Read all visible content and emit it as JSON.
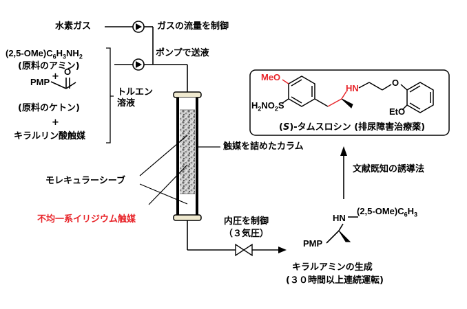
{
  "feeds": {
    "hydrogen_gas": "水素ガス",
    "gas_flow_control": "ガスの流量を制御",
    "pump_feed": "ポンプで送液",
    "amine_formula": "(2,5-OMe)C",
    "amine_sub1": "6",
    "amine_mid": "H",
    "amine_sub2": "3",
    "amine_tail": "NH",
    "amine_sub3": "2",
    "amine_name": "(原料のアミン)",
    "plus": "+",
    "ketone_pmp": "PMP",
    "ketone_o": "O",
    "ketone_name": "(原料のケトン)",
    "catalyst_acid": "キラルリン酸触媒",
    "toluene_solution": "トルエン\n溶液"
  },
  "column": {
    "packed_column": "触媒を詰めたカラム",
    "molecular_sieve": "モレキュラーシーブ",
    "iridium_catalyst": "不均一系イリジウム触媒",
    "colors": {
      "catalyst_label": "#e8252a",
      "column_wall": "#000000",
      "packing": "#9a9a9a",
      "end_cap": "#efe9cf"
    }
  },
  "outlet": {
    "pressure_control": "内圧を制御",
    "pressure_value": "（３気圧）"
  },
  "product": {
    "hn": "HN",
    "substituent": "(2,5-OMe)C",
    "sub1": "6",
    "h": "H",
    "sub2": "3",
    "pmp": "PMP",
    "title": "キラルアミンの生成",
    "subtitle": "(３０時間以上連続運転)"
  },
  "conversion": {
    "known_method": "文献既知の誘導法"
  },
  "tamsulosin": {
    "meo": "MeO",
    "hn": "HN",
    "o": "O",
    "sulfonamide_a": "H",
    "sulfonamide_sub1": "2",
    "sulfonamide_b": "NO",
    "sulfonamide_sub2": "2",
    "sulfonamide_c": "S",
    "eto": "EtO",
    "name_s": "S",
    "name_rest": "-タムスロシン (排尿障害治療薬)",
    "name_open": "(",
    "name_close": ")",
    "highlight_color": "#e8252a"
  }
}
